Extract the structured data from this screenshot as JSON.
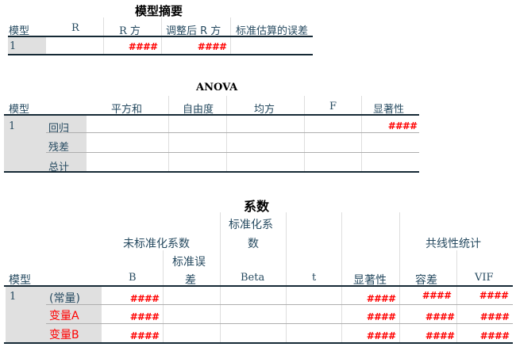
{
  "model_summary": {
    "title": "模型摘要",
    "headers": [
      "模型",
      "R",
      "R 方",
      "调整后 R 方",
      "标准估算的误差"
    ],
    "rows": [
      {
        "model": "1",
        "r": "",
        "r_square": "####",
        "adj_r_square": "####",
        "std_error": ""
      }
    ]
  },
  "anova": {
    "title": "ANOVA",
    "headers": [
      "模型",
      "",
      "平方和",
      "自由度",
      "均方",
      "F",
      "显著性"
    ],
    "model_number": "1",
    "rows": [
      {
        "label": "回归",
        "sum_sq": "",
        "df": "",
        "mean_sq": "",
        "f": "",
        "sig": "####"
      },
      {
        "label": "残差",
        "sum_sq": "",
        "df": "",
        "mean_sq": "",
        "f": "",
        "sig": ""
      },
      {
        "label": "总计",
        "sum_sq": "",
        "df": "",
        "mean_sq": "",
        "f": "",
        "sig": ""
      }
    ]
  },
  "coefficients": {
    "title": "系数",
    "group_headers": {
      "unstandardized": "未标准化系数",
      "standardized_line1": "标准化系",
      "standardized_line2": "数",
      "collinearity": "共线性统计"
    },
    "headers": {
      "model": "模型",
      "b": "B",
      "std_error_line1": "标准误",
      "std_error_line2": "差",
      "beta": "Beta",
      "t": "t",
      "sig": "显著性",
      "tolerance": "容差",
      "vif": "VIF"
    },
    "model_number": "1",
    "rows": [
      {
        "label": "(常量)",
        "label_color": "#264a60",
        "b": "####",
        "std_error": "",
        "beta": "",
        "t": "",
        "sig": "####",
        "tolerance": "####",
        "vif": "####"
      },
      {
        "label": "变量A",
        "label_color": "#ff0000",
        "b": "####",
        "std_error": "",
        "beta": "",
        "t": "",
        "sig": "####",
        "tolerance": "####",
        "vif": "####"
      },
      {
        "label": "变量B",
        "label_color": "#ff0000",
        "b": "####",
        "std_error": "",
        "beta": "",
        "t": "",
        "sig": "####",
        "tolerance": "####",
        "vif": "####"
      }
    ]
  },
  "colors": {
    "header_text": "#264a60",
    "border_dark": "#152935",
    "border_grey": "#aeaeae",
    "row_label_shade": "#e0e0e0",
    "error_red": "#ff0000"
  }
}
